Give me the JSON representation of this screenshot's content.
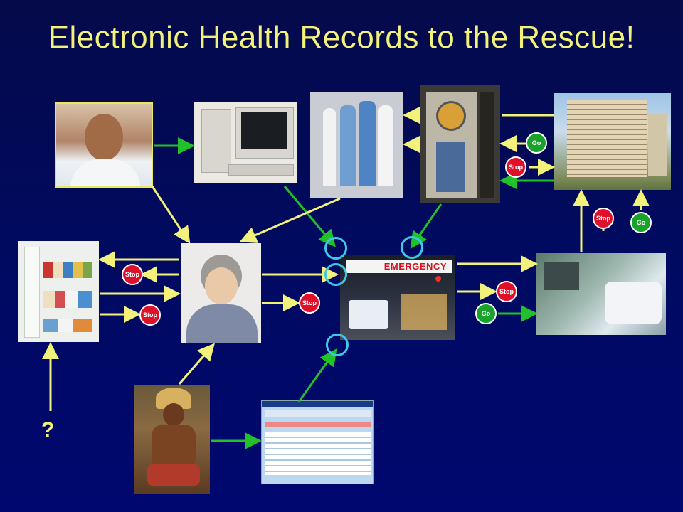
{
  "title": "Electronic Health Records to the Rescue!",
  "question_mark": "?",
  "emergency_sign": "EMERGENCY",
  "stop_label": "Stop",
  "go_label": "Go",
  "colors": {
    "background": "#000a60",
    "title": "#f2f27a",
    "yellow_arrow": "#f2f27a",
    "green_arrow": "#22c02a",
    "highlight_circle": "#3cc8e6",
    "stop_badge": "#e0102a",
    "go_badge": "#1aa32a"
  }
}
